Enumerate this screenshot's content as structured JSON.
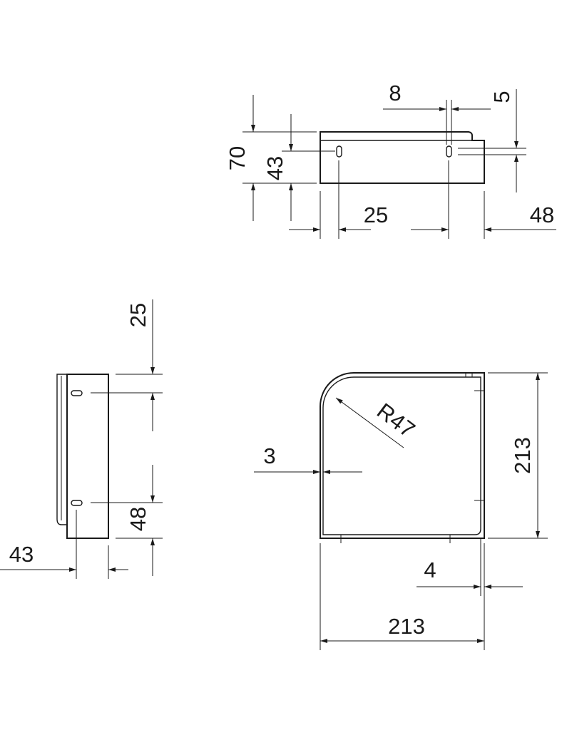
{
  "drawing": {
    "front_view": {
      "dims": {
        "gap": "8",
        "slot_height": "5",
        "height_total": "70",
        "height_plate": "43",
        "hole_offset": "25",
        "right_offset": "48"
      }
    },
    "side_view": {
      "dims": {
        "top_offset": "25",
        "bottom_offset": "48",
        "depth": "43"
      }
    },
    "plan_view": {
      "dims": {
        "radius": "R47",
        "wall_left": "3",
        "wall_bottom": "4",
        "width": "213",
        "depth": "213"
      }
    }
  }
}
